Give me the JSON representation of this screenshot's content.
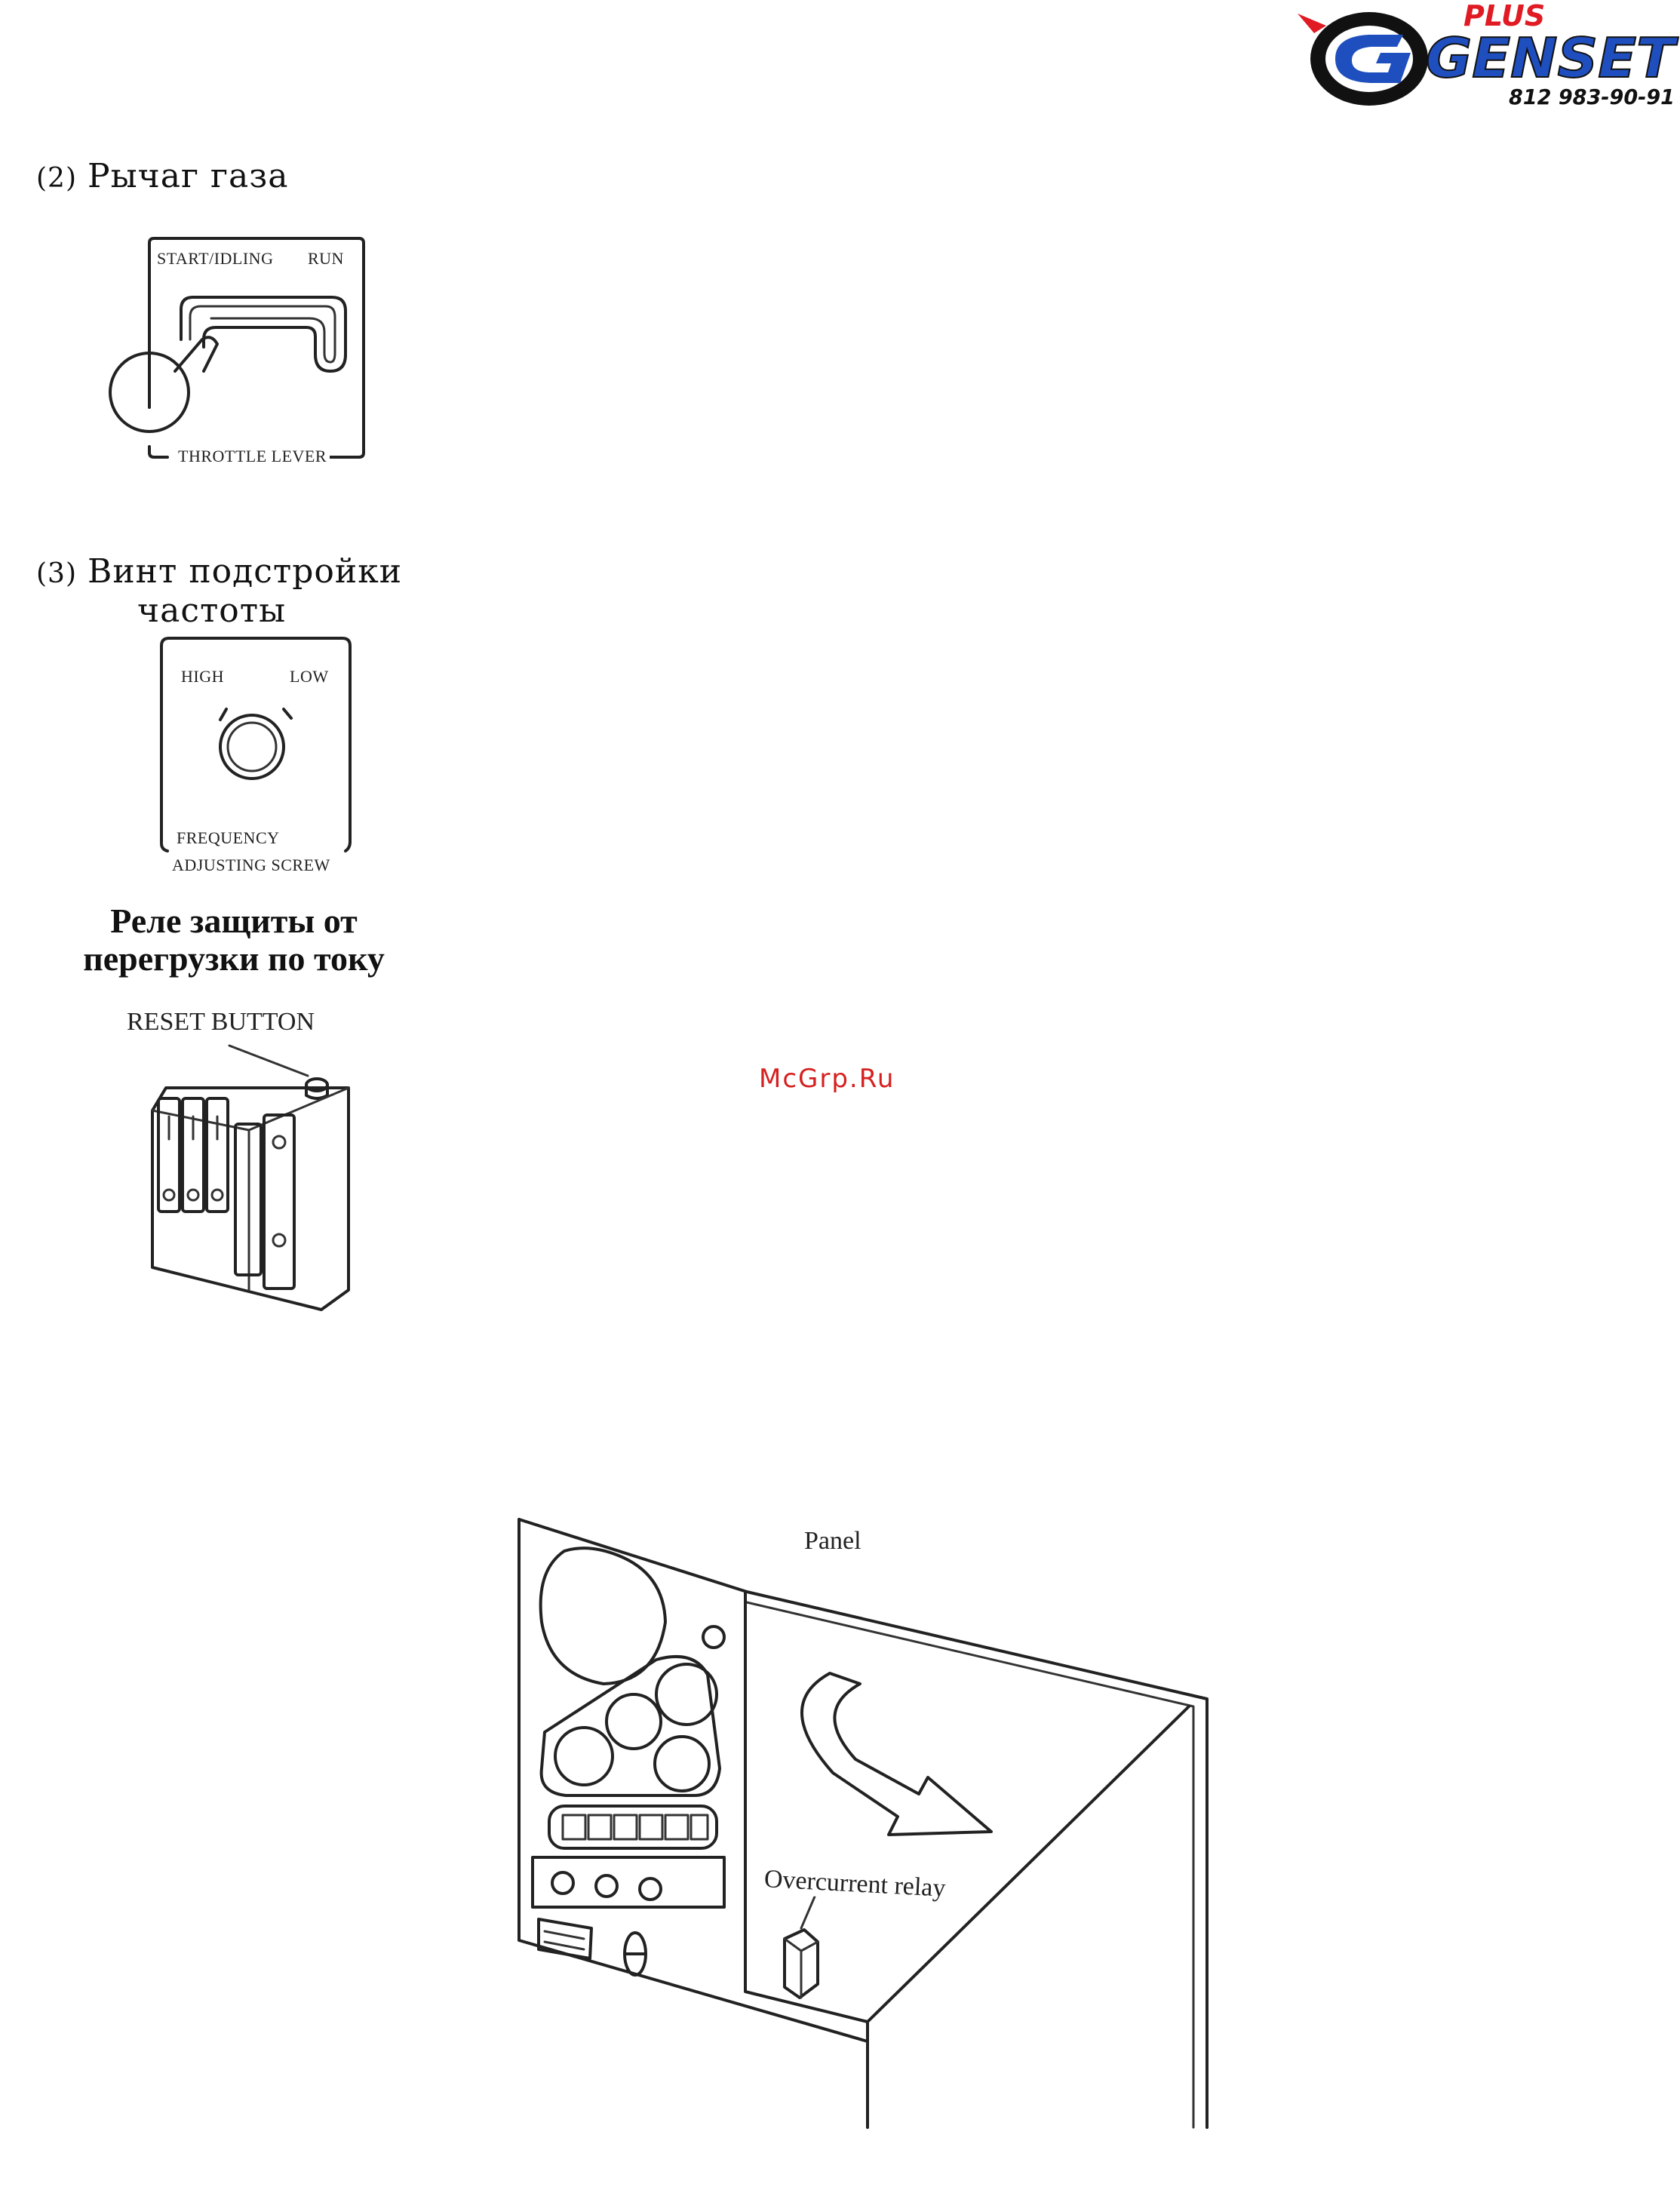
{
  "logo": {
    "top_word": "PLUS",
    "main_word": "GENSET",
    "phone": "812 983-90-91",
    "colors": {
      "red": "#e01b24",
      "blue": "#1f4fbf",
      "dark": "#111111"
    }
  },
  "section2": {
    "number": "(2)",
    "title": "Рычаг газа",
    "labels": {
      "start_idling": "START/IDLING",
      "run": "RUN",
      "throttle_lever": "THROTTLE LEVER"
    }
  },
  "section3": {
    "number": "(3)",
    "title_line1": "Винт подстройки",
    "title_line2": "частоты",
    "labels": {
      "high": "HIGH",
      "low": "LOW",
      "frequency": "FREQUENCY",
      "adjusting_screw": "ADJUSTING SCREW"
    }
  },
  "relay_section": {
    "title_line1": "Реле защиты от",
    "title_line2": "перегрузки по току",
    "reset_button": "RESET BUTTON"
  },
  "watermark": "McGrp.Ru",
  "panel_figure": {
    "panel_label": "Panel",
    "relay_label": "Overcurrent relay"
  }
}
